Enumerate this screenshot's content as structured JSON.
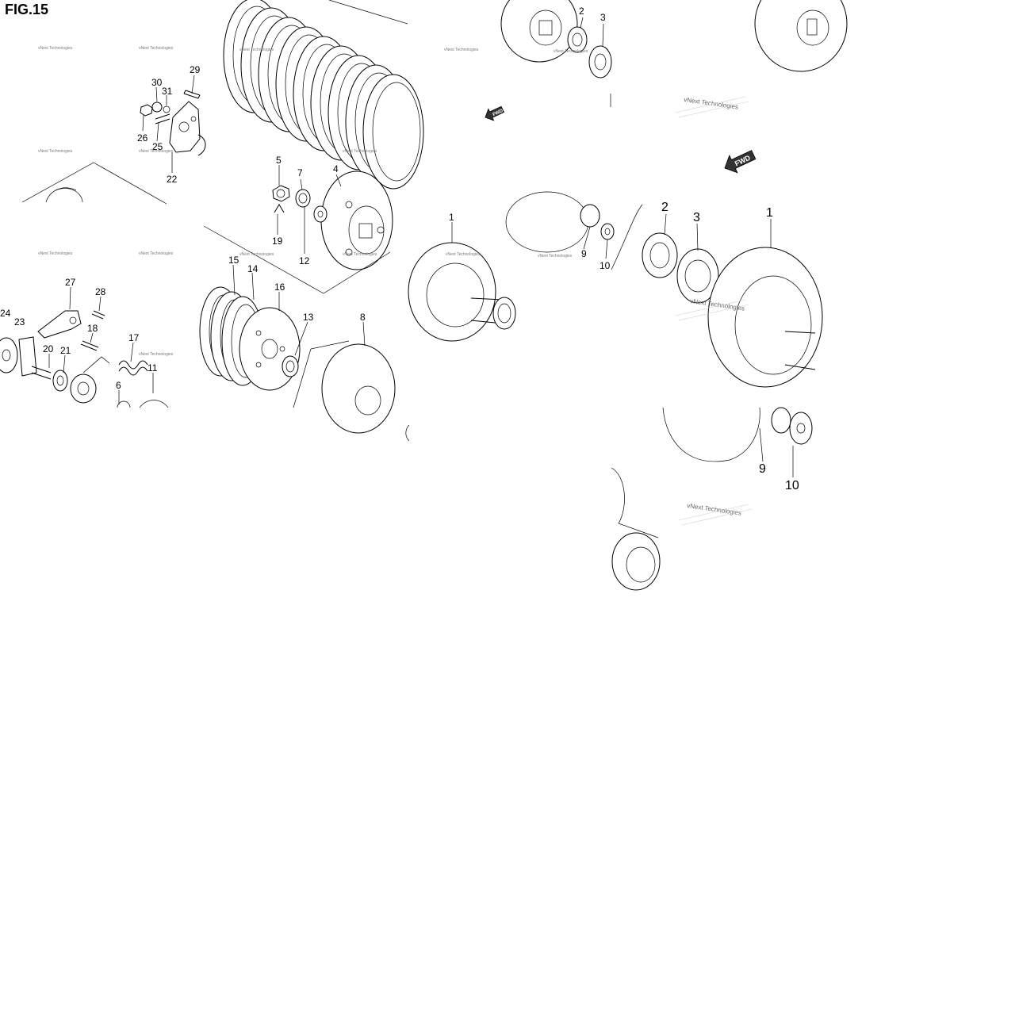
{
  "figure": {
    "title": "FIG.15"
  },
  "labels": {
    "p1": "1",
    "p2": "2",
    "p3": "3",
    "p4": "4",
    "p5": "5",
    "p6": "6",
    "p7": "7",
    "p8": "8",
    "p9": "9",
    "p10": "10",
    "p11": "11",
    "p12": "12",
    "p13": "13",
    "p14": "14",
    "p15": "15",
    "p16": "16",
    "p17": "17",
    "p18": "18",
    "p19": "19",
    "p20": "20",
    "p21": "21",
    "p22": "22",
    "p23": "23",
    "p24": "24",
    "p25": "25",
    "p26": "26",
    "p27": "27",
    "p28": "28",
    "p29": "29",
    "p30": "30",
    "p31": "31"
  },
  "watermark": {
    "text": "vNext Technologies"
  },
  "fwd": {
    "text": "FWD"
  }
}
